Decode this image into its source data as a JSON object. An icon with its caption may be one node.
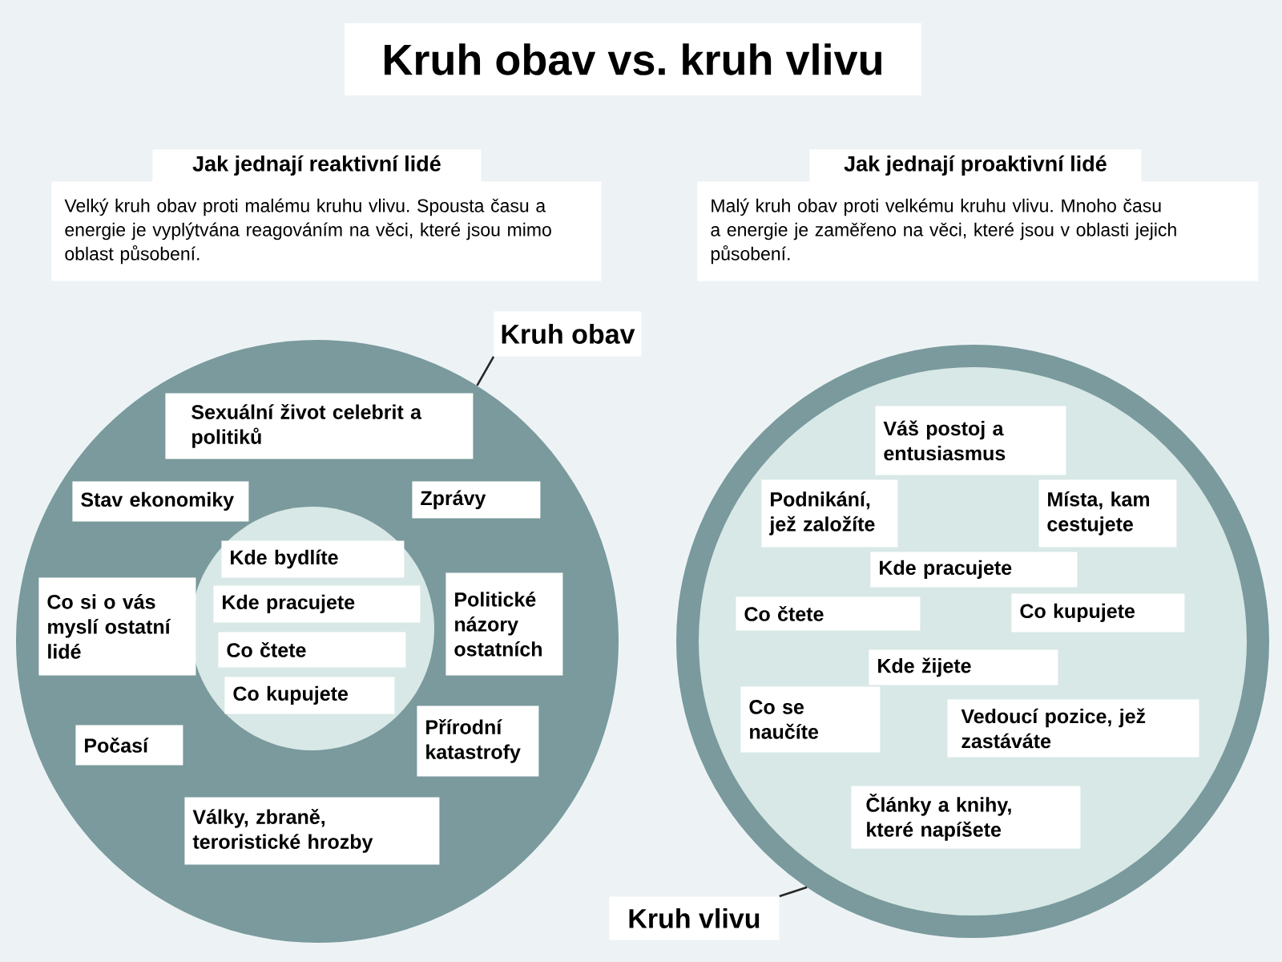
{
  "diagram": {
    "title": "Kruh obav vs. kruh vlivu",
    "nodes": [
      {
        "text": [
          "Jak jednají reaktivní lidé"
        ]
      },
      {
        "text": [
          "Velký kruh obav proti malému kruhu vlivu. Spousta času a energie je vyplýtvána reagováním na věci, které jsou mimo oblast působení."
        ]
      },
      {
        "text": [
          "Jak jednají proaktivní lidé"
        ]
      },
      {
        "text": [
          "Malý kruh obav proti velkému kruhu vlivu. Mnoho času a energie je zaměřeno na věci, které jsou v oblasti jejich působení."
        ]
      },
      {
        "text": [
          "Kruh obav"
        ]
      },
      {
        "text": [],
        "shape": "circle"
      },
      {
        "text": [
          "Sexuální život celebrit a politiků"
        ],
        "in": 5
      },
      {
        "text": [
          "Stav ekonomiky"
        ],
        "in": 5
      },
      {
        "text": [
          "Zprávy"
        ],
        "in": 5
      },
      {
        "text": [
          "Co si o vás myslí ostatní lidé"
        ],
        "in": 5
      },
      {
        "text": [
          "Politické názory ostatních"
        ],
        "in": 5
      },
      {
        "text": [
          "Počasí"
        ],
        "in": 5
      },
      {
        "text": [
          "Přírodní katastrofy"
        ],
        "in": 5
      },
      {
        "text": [
          "Války, zbraně, teroristické hrozby"
        ],
        "in": 5
      },
      {
        "text": [],
        "shape": "circle",
        "in": 5
      },
      {
        "text": [
          "Kde bydlíte"
        ],
        "in": 14
      },
      {
        "text": [
          "Kde pracujete"
        ],
        "in": 14
      },
      {
        "text": [
          "Co čtete"
        ],
        "in": 14
      },
      {
        "text": [
          "Co kupujete"
        ],
        "in": 14
      },
      {
        "text": [],
        "shape": "circle"
      },
      {
        "text": [
          "Váš postoj a entusiasmus"
        ],
        "in": 19
      },
      {
        "text": [
          "Podnikání, jež založíte"
        ],
        "in": 19
      },
      {
        "text": [
          "Místa, kam cestujete"
        ],
        "in": 19
      },
      {
        "text": [
          "Kde pracujete"
        ],
        "in": 19
      },
      {
        "text": [
          "Co čtete"
        ],
        "in": 19
      },
      {
        "text": [
          "Co kupujete"
        ],
        "in": 19
      },
      {
        "text": [
          "Kde žijete"
        ],
        "in": 19
      },
      {
        "text": [
          "Co se naučíte"
        ],
        "in": 19
      },
      {
        "text": [
          "Vedoucí pozice, jež zastáváte"
        ],
        "in": 19
      },
      {
        "text": [
          "Články a knihy, které napíšete"
        ],
        "in": 19
      },
      {
        "text": [
          "Kruh vlivu"
        ]
      }
    ],
    "edges": [
      {
        "from": 4,
        "to": 5,
        "arrow": "none"
      },
      {
        "from": 30,
        "to": 19,
        "arrow": "none"
      }
    ]
  }
}
